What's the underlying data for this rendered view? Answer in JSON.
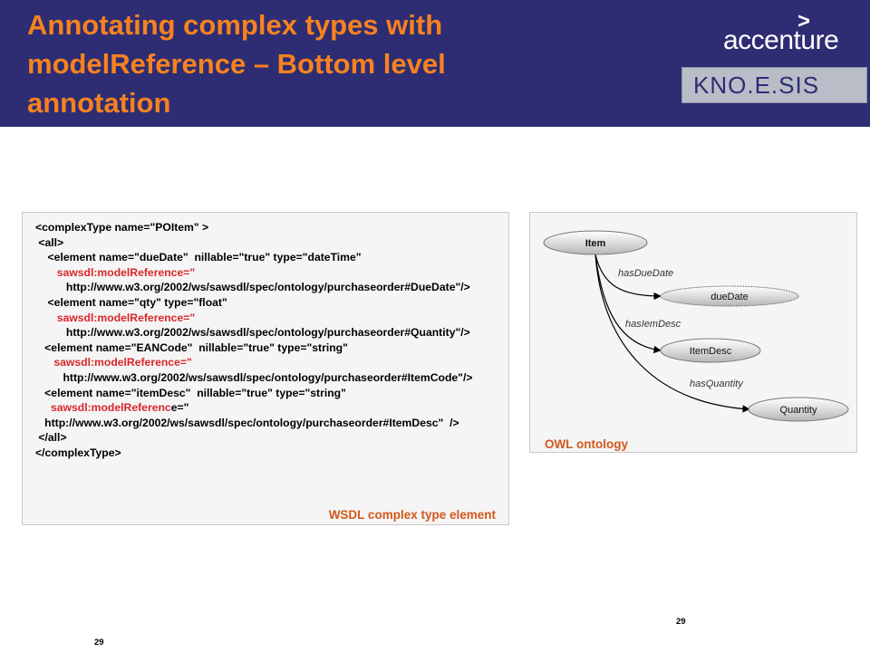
{
  "header": {
    "title_lines": [
      "Annotating complex types with",
      "modelReference – Bottom level",
      "annotation"
    ],
    "brand_chevron": ">",
    "brand_name": "accenture",
    "logo2_text": "KNO.E.SIS"
  },
  "wsdl": {
    "code_lines": [
      {
        "indent": "",
        "pre": "<complexType name=\"POItem\" >",
        "red": "",
        "post": ""
      },
      {
        "indent": " ",
        "pre": "<all>",
        "red": "",
        "post": ""
      },
      {
        "indent": "    ",
        "pre": "<element name=\"dueDate\"  nillable=\"true\" type=\"dateTime\"",
        "red": "",
        "post": ""
      },
      {
        "indent": "       ",
        "pre": "",
        "red": "sawsdl:modelReference=\"",
        "post": ""
      },
      {
        "indent": "          ",
        "pre": "http://www.w3.org/2002/ws/sawsdl/spec/ontology/purchaseorder#DueDate\"/>",
        "red": "",
        "post": ""
      },
      {
        "indent": "    ",
        "pre": "<element name=\"qty\" type=\"float\"",
        "red": "",
        "post": ""
      },
      {
        "indent": "       ",
        "pre": "",
        "red": "sawsdl:modelReference=\"",
        "post": ""
      },
      {
        "indent": "          ",
        "pre": "http://www.w3.org/2002/ws/sawsdl/spec/ontology/purchaseorder#Quantity\"/>",
        "red": "",
        "post": ""
      },
      {
        "indent": "   ",
        "pre": "<element name=\"EANCode\"  nillable=\"true\" type=\"string\"",
        "red": "",
        "post": ""
      },
      {
        "indent": "      ",
        "pre": "",
        "red": "sawsdl:modelReference=\"",
        "post": ""
      },
      {
        "indent": "         ",
        "pre": "http://www.w3.org/2002/ws/sawsdl/spec/ontology/purchaseorder#ItemCode\"/>",
        "red": "",
        "post": ""
      },
      {
        "indent": "   ",
        "pre": "<element name=\"itemDesc\"  nillable=\"true\" type=\"string\"",
        "red": "",
        "post": ""
      },
      {
        "indent": "     ",
        "pre": "",
        "red": "sawsdl:modelReferenc",
        "post": "e=\""
      },
      {
        "indent": "   ",
        "pre": "http://www.w3.org/2002/ws/sawsdl/spec/ontology/purchaseorder#ItemDesc\"  />",
        "red": "",
        "post": ""
      },
      {
        "indent": " ",
        "pre": "</all>",
        "red": "",
        "post": ""
      },
      {
        "indent": "",
        "pre": "</complexType>",
        "red": "",
        "post": ""
      }
    ],
    "caption": "WSDL complex type element"
  },
  "owl": {
    "nodes": {
      "item": "Item",
      "due_date": "dueDate",
      "item_desc": "ItemDesc",
      "quantity": "Quantity"
    },
    "edges": {
      "has_due_date": "hasDueDate",
      "has_item_desc": "hasIemDesc",
      "has_quantity": "hasQuantity"
    },
    "caption": "OWL ontology"
  },
  "page_numbers": {
    "right": "29",
    "left": "29"
  },
  "colors": {
    "header_bg": "#2e2d73",
    "title": "#f6821f",
    "caption": "#d4571a",
    "code_highlight": "#d9262a"
  }
}
